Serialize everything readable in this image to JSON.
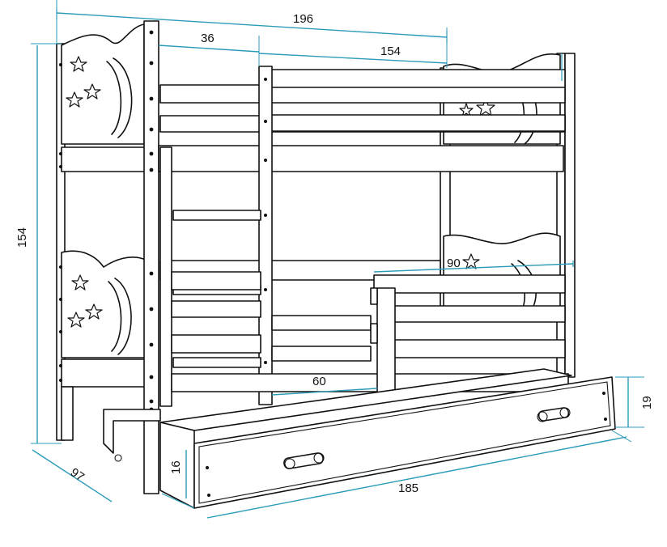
{
  "dimensions": {
    "total_length": "196",
    "ladder_width": "36",
    "bed_length": "154",
    "total_height": "154",
    "barrier_length": "90",
    "entry_gap": "60",
    "depth": "97",
    "drawer_length": "185",
    "drawer_height_front": "16",
    "drawer_height_side": "19"
  },
  "colors": {
    "line": "#111111",
    "dimension": "#2a9bb8",
    "background": "#ffffff"
  }
}
